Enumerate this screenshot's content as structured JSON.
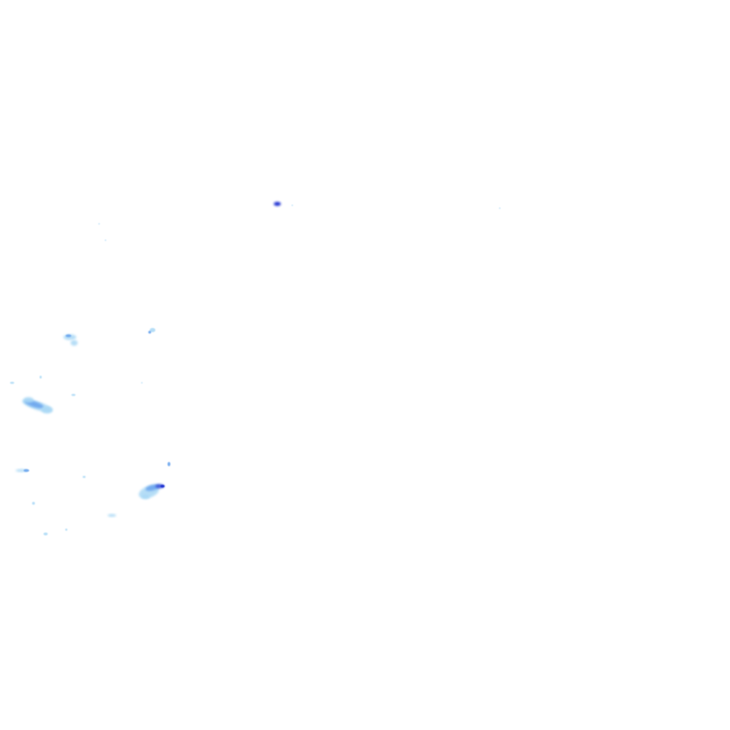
{
  "overlay": {
    "type": "precipitation-radar-tile",
    "palette": {
      "light": "#a9d8f5",
      "moderate": "#6fa8ee",
      "heavy": "#3b55d9",
      "intense": "#1c2fd0"
    },
    "cells": [
      {
        "id": "cell-north-spot",
        "intensity": "intense"
      },
      {
        "id": "cell-west-1",
        "intensity": "light"
      },
      {
        "id": "cell-west-2",
        "intensity": "light"
      },
      {
        "id": "cell-west-band",
        "intensity": "moderate"
      },
      {
        "id": "cell-southwest",
        "intensity": "heavy"
      },
      {
        "id": "cell-small-1",
        "intensity": "light"
      },
      {
        "id": "cell-small-2",
        "intensity": "light"
      },
      {
        "id": "cell-small-3",
        "intensity": "light"
      },
      {
        "id": "cell-small-4",
        "intensity": "light"
      },
      {
        "id": "cell-small-5",
        "intensity": "light"
      },
      {
        "id": "cell-small-6",
        "intensity": "light"
      },
      {
        "id": "cell-small-7",
        "intensity": "light"
      },
      {
        "id": "cell-small-8",
        "intensity": "light"
      }
    ]
  }
}
